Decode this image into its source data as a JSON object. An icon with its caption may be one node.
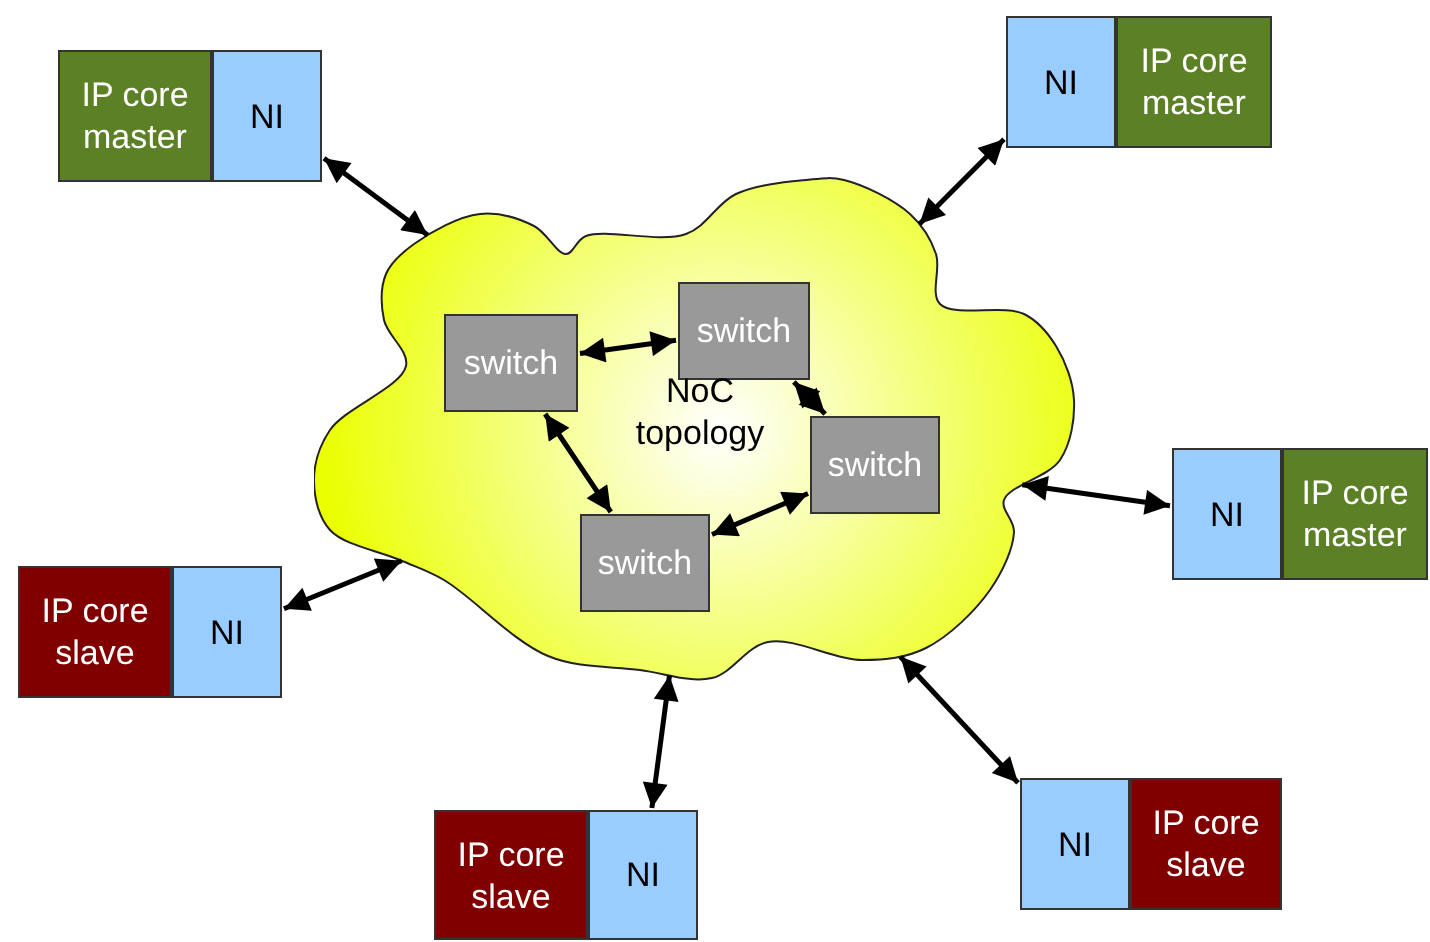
{
  "diagram": {
    "nodes": [
      {
        "text": [
          "NoC topology"
        ]
      },
      {
        "text": [
          "switch"
        ],
        "in": 0
      },
      {
        "text": [
          "switch"
        ],
        "in": 0
      },
      {
        "text": [
          "switch"
        ],
        "in": 0
      },
      {
        "text": [
          "switch"
        ],
        "in": 0
      },
      {
        "text": [
          "IP core master"
        ]
      },
      {
        "text": [
          "NI"
        ]
      },
      {
        "text": [
          "NI"
        ]
      },
      {
        "text": [
          "IP core master"
        ]
      },
      {
        "text": [
          "NI"
        ]
      },
      {
        "text": [
          "IP core master"
        ]
      },
      {
        "text": [
          "IP core slave"
        ]
      },
      {
        "text": [
          "NI"
        ]
      },
      {
        "text": [
          "IP core slave"
        ]
      },
      {
        "text": [
          "NI"
        ]
      },
      {
        "text": [
          "NI"
        ]
      },
      {
        "text": [
          "IP core slave"
        ]
      }
    ],
    "edges": [
      {
        "from": 1,
        "to": 2,
        "arrow": "both"
      },
      {
        "from": 2,
        "to": 3,
        "arrow": "both"
      },
      {
        "from": 3,
        "to": 4,
        "arrow": "both"
      },
      {
        "from": 4,
        "to": 1,
        "arrow": "both"
      },
      {
        "from": 6,
        "to": 0,
        "arrow": "both"
      },
      {
        "from": 7,
        "to": 0,
        "arrow": "both"
      },
      {
        "from": 9,
        "to": 0,
        "arrow": "both"
      },
      {
        "from": 12,
        "to": 0,
        "arrow": "both"
      },
      {
        "from": 14,
        "to": 0,
        "arrow": "both"
      },
      {
        "from": 15,
        "to": 0,
        "arrow": "both"
      }
    ]
  }
}
